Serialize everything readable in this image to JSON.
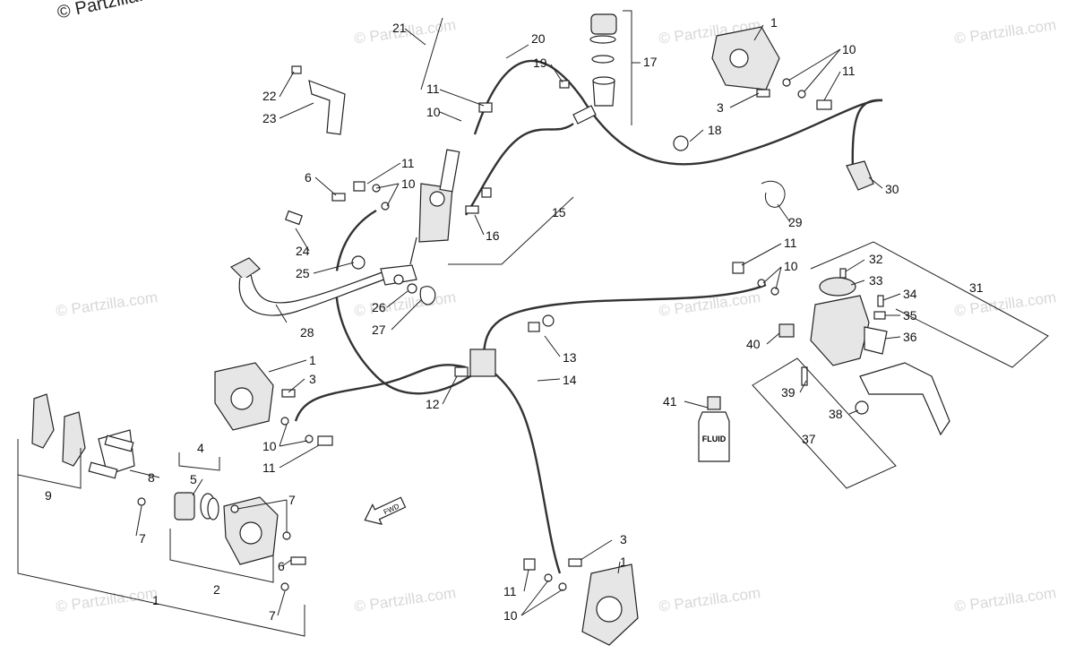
{
  "copyright": "© Partzilla.com",
  "watermark": "© Partzilla.com",
  "fwd_label": "FWD",
  "fluid_label": "FLUID",
  "callouts": {
    "c1a": "1",
    "c1b": "1",
    "c1c": "1",
    "c1d": "1",
    "c2": "2",
    "c3a": "3",
    "c3b": "3",
    "c3c": "3",
    "c4": "4",
    "c5": "5",
    "c6a": "6",
    "c6b": "6",
    "c7a": "7",
    "c7b": "7",
    "c7c": "7",
    "c8": "8",
    "c9": "9",
    "c10a": "10",
    "c10b": "10",
    "c10c": "10",
    "c10d": "10",
    "c10e": "10",
    "c10f": "10",
    "c11a": "11",
    "c11b": "11",
    "c11c": "11",
    "c11d": "11",
    "c11e": "11",
    "c11f": "11",
    "c12": "12",
    "c13": "13",
    "c14": "14",
    "c15": "15",
    "c16": "16",
    "c17": "17",
    "c18": "18",
    "c19": "19",
    "c20": "20",
    "c21": "21",
    "c22": "22",
    "c23": "23",
    "c24": "24",
    "c25": "25",
    "c26": "26",
    "c27": "27",
    "c28": "28",
    "c29": "29",
    "c30": "30",
    "c31": "31",
    "c32": "32",
    "c33": "33",
    "c34": "34",
    "c35": "35",
    "c36": "36",
    "c37": "37",
    "c38": "38",
    "c39": "39",
    "c40": "40",
    "c41": "41"
  }
}
